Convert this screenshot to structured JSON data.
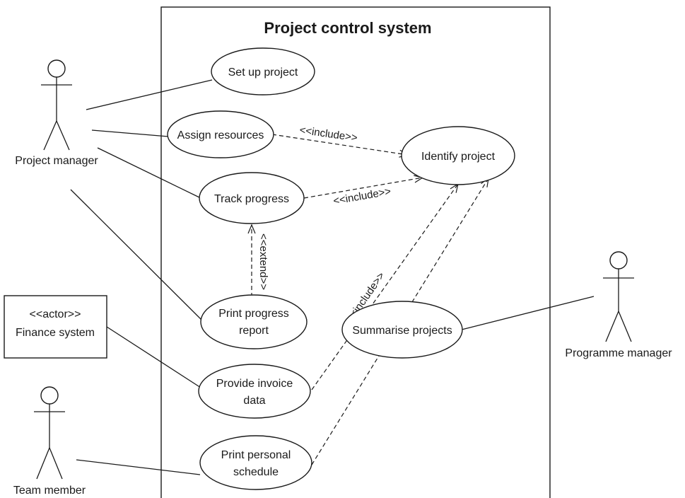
{
  "system": {
    "title": "Project control system"
  },
  "actors": {
    "project_manager": "Project manager",
    "finance_stereotype": "<<actor>>",
    "finance_system": "Finance system",
    "team_member": "Team member",
    "programme_manager": "Programme manager"
  },
  "use_cases": {
    "set_up_project": "Set up project",
    "assign_resources": "Assign resources",
    "track_progress": "Track progress",
    "print_progress_report": [
      "Print progress",
      "report"
    ],
    "provide_invoice_data": [
      "Provide invoice",
      "data"
    ],
    "print_personal_schedule": [
      "Print personal",
      "schedule"
    ],
    "summarise_projects": "Summarise projects",
    "identify_project": "Identify project"
  },
  "stereotypes": {
    "include": "<<include>>",
    "extend": "<<extend>>"
  }
}
